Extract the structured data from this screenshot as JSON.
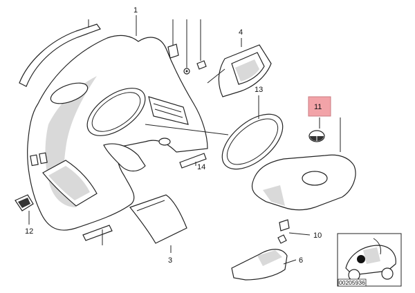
{
  "callouts": [
    {
      "id": "1",
      "label": "1"
    },
    {
      "id": "3",
      "label": "3"
    },
    {
      "id": "4",
      "label": "4"
    },
    {
      "id": "6",
      "label": "6"
    },
    {
      "id": "10",
      "label": "10"
    },
    {
      "id": "11",
      "label": "11",
      "highlighted": true
    },
    {
      "id": "12",
      "label": "12"
    },
    {
      "id": "13",
      "label": "13"
    },
    {
      "id": "14",
      "label": "14"
    }
  ],
  "highlight_color": "#f2a3a8",
  "drawing_number": "00205936"
}
